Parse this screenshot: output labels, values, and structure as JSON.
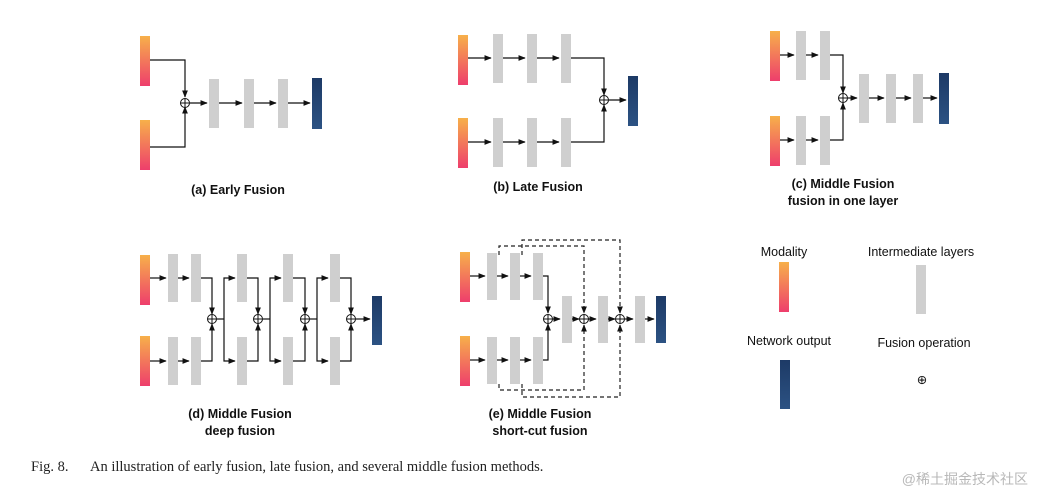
{
  "panels": {
    "a": {
      "label": "(a) Early Fusion"
    },
    "b": {
      "label": "(b) Late Fusion"
    },
    "c": {
      "line1": "(c) Middle Fusion",
      "line2": "fusion in one layer"
    },
    "d": {
      "line1": "(d) Middle Fusion",
      "line2": "deep fusion"
    },
    "e": {
      "line1": "(e) Middle Fusion",
      "line2": "short-cut fusion"
    }
  },
  "legend": {
    "modality": "Modality",
    "intermediate": "Intermediate layers",
    "network_output": "Network output",
    "fusion_operation": "Fusion operation",
    "fusion_symbol": "⊕"
  },
  "caption": {
    "fig": "Fig. 8.",
    "text": "An illustration of early fusion, late fusion, and several middle fusion methods."
  },
  "watermark": "@稀土掘金技术社区",
  "colors": {
    "modality_top": "#f7b04a",
    "modality_bottom": "#ee3e6c",
    "layer": "#cfcfcf",
    "output_top": "#1d3a66",
    "output_bottom": "#2c5283"
  }
}
